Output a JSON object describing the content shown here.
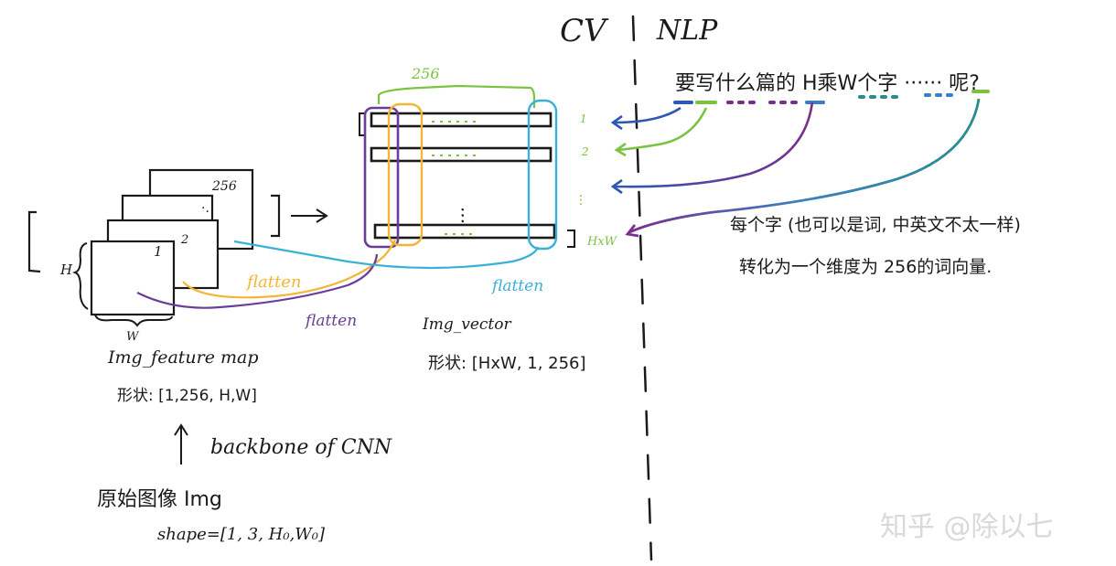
{
  "sections": {
    "cv": "CV",
    "nlp": "NLP"
  },
  "feature_map": {
    "dim_256": "256",
    "idx_1": "1",
    "idx_2": "2",
    "dim_h": "H",
    "dim_w": "W",
    "title": "Img_feature map",
    "shape": "形状: [1,256, H,W]"
  },
  "backbone_label": "backbone of CNN",
  "original_image": {
    "title": "原始图像 Img",
    "shape": "shape=[1, 3, H₀,W₀]"
  },
  "flatten_labels": {
    "yellow": "flatten",
    "purple": "flatten",
    "blue": "flatten"
  },
  "img_vector": {
    "dim_256": "256",
    "row_1": "1",
    "row_2": "2",
    "row_hxw": "HxW",
    "title": "Img_vector",
    "shape": "形状: [HxW, 1, 256]"
  },
  "nlp": {
    "sentence": "要写什么篇的 H乘W个字 ······ 呢?",
    "note_line1": "每个字 (也可以是词, 中英文不太一样)",
    "note_line2": "转化为一个维度为 256的词向量."
  },
  "watermark": "知乎 @除以七",
  "colors": {
    "ink": "#1a1a1a",
    "green": "#7cc241",
    "purple": "#6a3d9a",
    "blue": "#3ab0d8",
    "yellow": "#f2b634",
    "teal": "#2a8c8c",
    "watermark": "#d9d9d9"
  }
}
